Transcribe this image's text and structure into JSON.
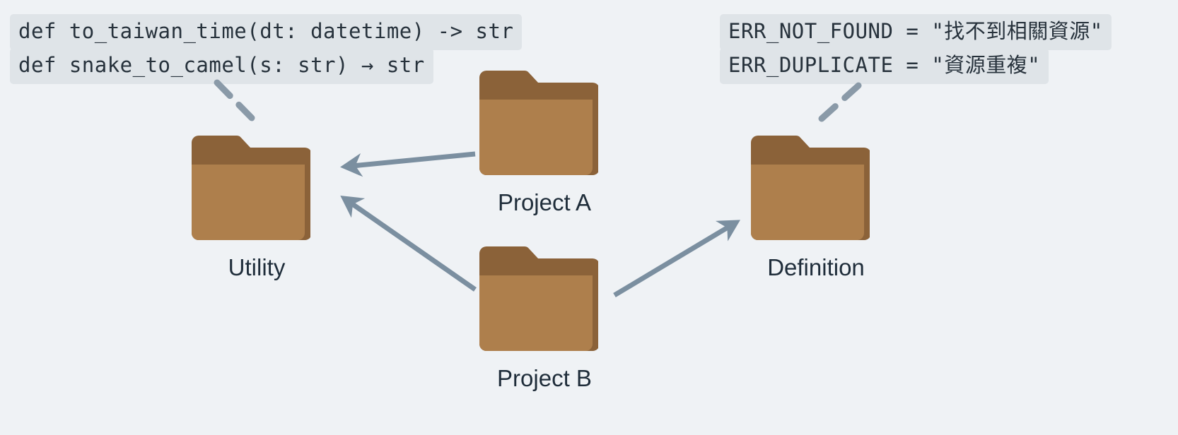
{
  "diagram": {
    "background_color": "#eff2f5",
    "folder_body_color": "#ae7f4c",
    "folder_tab_color": "#8b6239",
    "arrow_color": "#7b8fa0",
    "code_chip_background": "#dfe4e8",
    "code_chip_text_color": "#27323c",
    "label_text_color": "#1f2d3a"
  },
  "nodes": [
    {
      "id": "utility",
      "label": "Utility",
      "icon": "folder-icon"
    },
    {
      "id": "project_a",
      "label": "Project A",
      "icon": "folder-icon"
    },
    {
      "id": "project_b",
      "label": "Project B",
      "icon": "folder-icon"
    },
    {
      "id": "definition",
      "label": "Definition",
      "icon": "folder-icon"
    }
  ],
  "code_chips": {
    "utility": [
      "def to_taiwan_time(dt: datetime) -> str",
      "def snake_to_camel(s: str) → str"
    ],
    "definition": [
      "ERR_NOT_FOUND = \"找不到相關資源\"",
      "ERR_DUPLICATE = \"資源重複\""
    ]
  },
  "edges": [
    {
      "id": "a-to-utility",
      "from": "Project A",
      "to": "Utility",
      "style": "solid-arrow"
    },
    {
      "id": "b-to-utility",
      "from": "Project B",
      "to": "Utility",
      "style": "solid-arrow"
    },
    {
      "id": "b-to-definition",
      "from": "Project B",
      "to": "Definition",
      "style": "solid-arrow"
    }
  ],
  "connectors": [
    {
      "id": "utility-chip-connector",
      "target": "Utility",
      "style": "dashed"
    },
    {
      "id": "definition-chip-connector",
      "target": "Definition",
      "style": "dashed"
    }
  ]
}
